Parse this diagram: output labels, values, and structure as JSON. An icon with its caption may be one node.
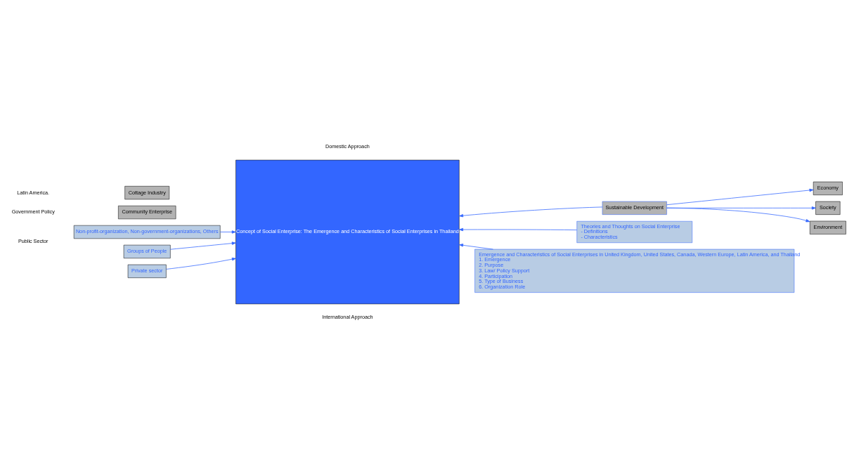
{
  "diagram": {
    "nodes": [
      {
        "text": [
          "Cottage Industry"
        ]
      },
      {
        "text": [
          "Community Enterprise"
        ]
      },
      {
        "text": [
          "Concept of Social Enterprise: The Emergence and Characteristics of Social Enterprises in Thailand"
        ]
      },
      {
        "text": [
          "Sustainable Development"
        ]
      },
      {
        "text": [
          "Economy"
        ]
      },
      {
        "text": [
          "Society"
        ]
      },
      {
        "text": [
          "Environment"
        ]
      },
      {
        "text": [
          "Theories and Thoughts on Social Enterprise",
          "- Definitions",
          "- Characteristics"
        ]
      },
      {
        "text": [
          "Emergence and Characteristics of Social Enterprises in United Kingdom, United States, Canada, Western Europe, Latin America, and Thailand",
          "1. Emergence",
          "2. Purpose",
          "3. Law/ Policy Support",
          "4. Participation",
          "5. Type of Business",
          "6. Organization Role"
        ]
      },
      {
        "text": [
          "Non-profit-organization, Non-government-organizations, Others"
        ]
      },
      {
        "text": [
          "Groups of People"
        ]
      },
      {
        "text": [
          "Private sector"
        ]
      }
    ],
    "edges": [
      {
        "from": 3,
        "to": 2,
        "arrow": "to"
      },
      {
        "from": 3,
        "to": 4,
        "arrow": "to"
      },
      {
        "from": 3,
        "to": 5,
        "arrow": "to"
      },
      {
        "from": 3,
        "to": 6,
        "arrow": "to"
      },
      {
        "from": 7,
        "to": 2,
        "arrow": "to"
      },
      {
        "from": 8,
        "to": 2,
        "arrow": "to"
      },
      {
        "from": 9,
        "to": 2,
        "arrow": "to"
      },
      {
        "from": 10,
        "to": 2,
        "arrow": "to"
      },
      {
        "from": 11,
        "to": 2,
        "arrow": "to"
      }
    ],
    "labels": [
      "Latin America.",
      "Government Policy",
      "Public Sector",
      "Domestic Approach",
      "International Approach"
    ]
  }
}
